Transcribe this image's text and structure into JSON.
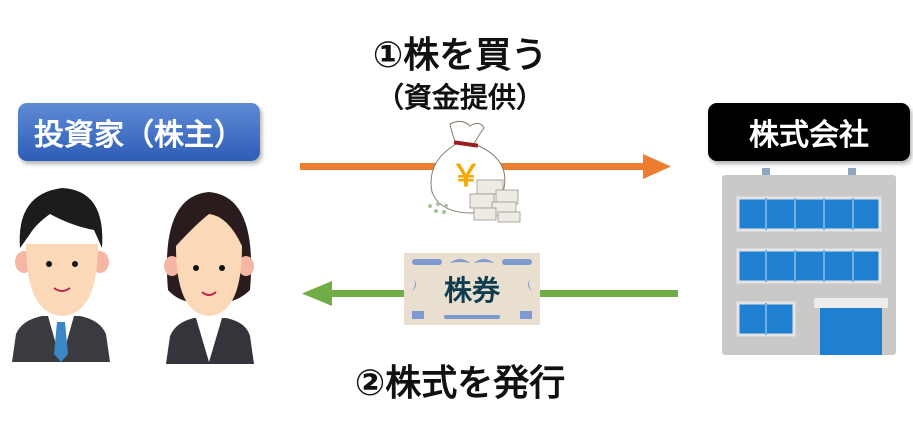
{
  "investor": {
    "label": "投資家（株主）"
  },
  "company": {
    "label": "株式会社"
  },
  "flow_buy": {
    "title": "①株を買う",
    "subtitle": "（資金提供）",
    "color": "#ed7d31"
  },
  "flow_issue": {
    "title": "②株式を発行",
    "color": "#70ad47"
  },
  "certificate": {
    "text": "株券"
  },
  "money_bag": {
    "symbol": "￥"
  }
}
